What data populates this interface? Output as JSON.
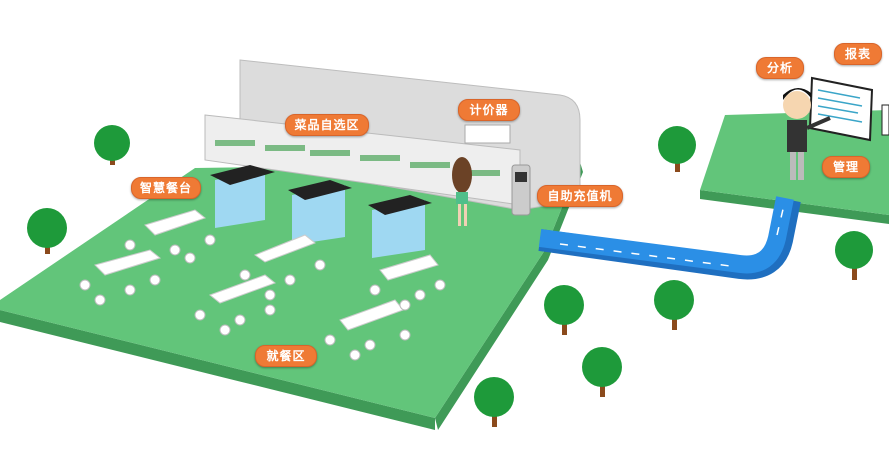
{
  "labels": {
    "smart_table": "智慧餐台",
    "dish_selection_area": "菜品自选区",
    "pricing_device": "计价器",
    "self_recharge_machine": "自助充值机",
    "dining_area": "就餐区",
    "analysis": "分析",
    "report": "报表",
    "management": "管理"
  },
  "colors": {
    "platform": "#62c57a",
    "platform_edge": "#3f9a57",
    "road": "#2b8fe6",
    "label": "#ef7a35",
    "counter": "#9fd8f2"
  }
}
